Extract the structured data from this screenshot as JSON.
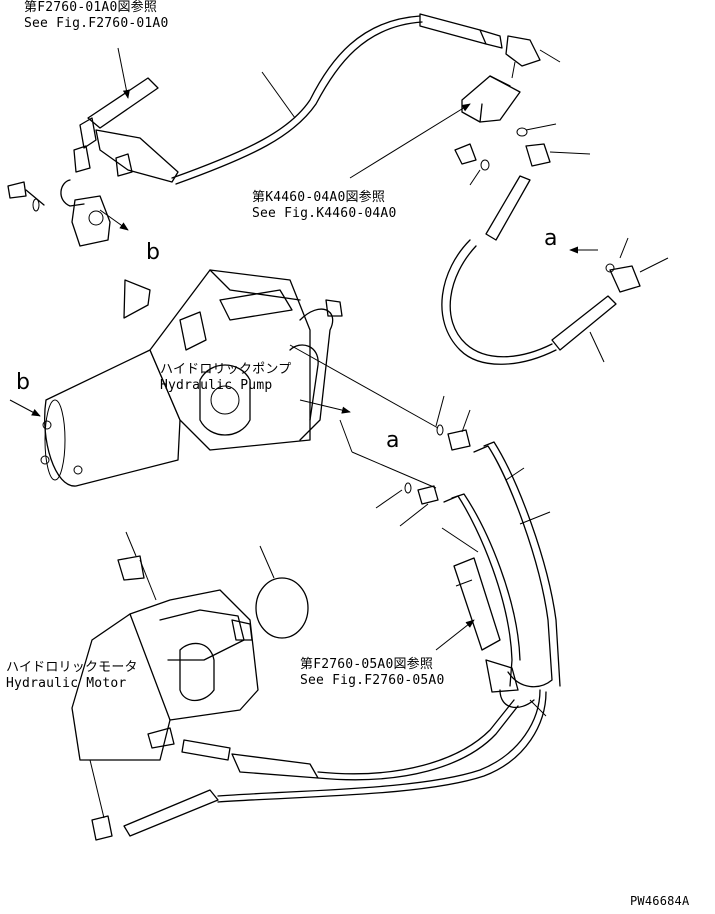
{
  "references": {
    "f2760_01a0": {
      "jp": "第F2760-01A0図参照",
      "en": "See Fig.F2760-01A0"
    },
    "k4460_04a0": {
      "jp": "第K4460-04A0図参照",
      "en": "See Fig.K4460-04A0"
    },
    "f2760_05a0": {
      "jp": "第F2760-05A0図参照",
      "en": "See Fig.F2760-05A0"
    }
  },
  "components": {
    "hydraulic_pump": {
      "jp": "ハイドロリックポンプ",
      "en": "Hydraulic Pump"
    },
    "hydraulic_motor": {
      "jp": "ハイドロリックモータ",
      "en": "Hydraulic Motor"
    }
  },
  "connection_markers": {
    "a_top": "a",
    "a_mid": "a",
    "b_top": "b",
    "b_left": "b"
  },
  "drawing_number": "PW46684A"
}
